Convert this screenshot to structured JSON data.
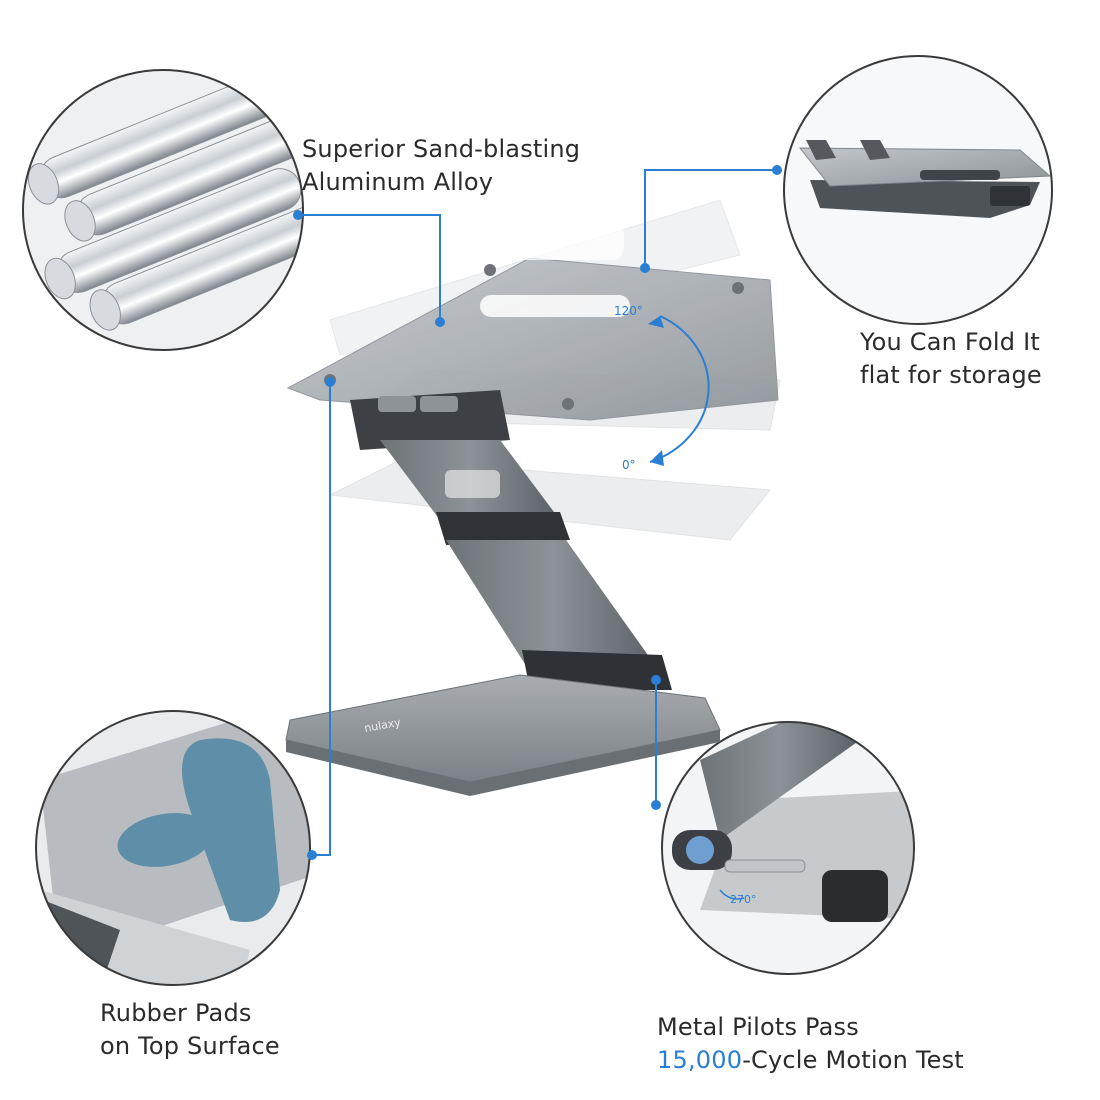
{
  "colors": {
    "accent": "#2a7fd4",
    "aluminum": "#9ea3a8",
    "dark_gray": "#5f6368",
    "rubber_blue": "#5f8fa8",
    "circle_border": "#3a3a3a"
  },
  "callouts": {
    "aluminum": {
      "line1": "Superior Sand-blasting",
      "line2": "Aluminum Alloy"
    },
    "fold": {
      "line1": "You Can Fold It",
      "line2": "flat for storage"
    },
    "rubber": {
      "line1": "Rubber Pads",
      "line2": "on Top Surface"
    },
    "pilots": {
      "line1": "Metal Pilots Pass",
      "highlight": "15,000",
      "line2_rest": "-Cycle Motion Test"
    }
  },
  "angles": {
    "max": "120°",
    "min": "0°",
    "hinge": "270°"
  },
  "base_logo_text": "nulaxy"
}
